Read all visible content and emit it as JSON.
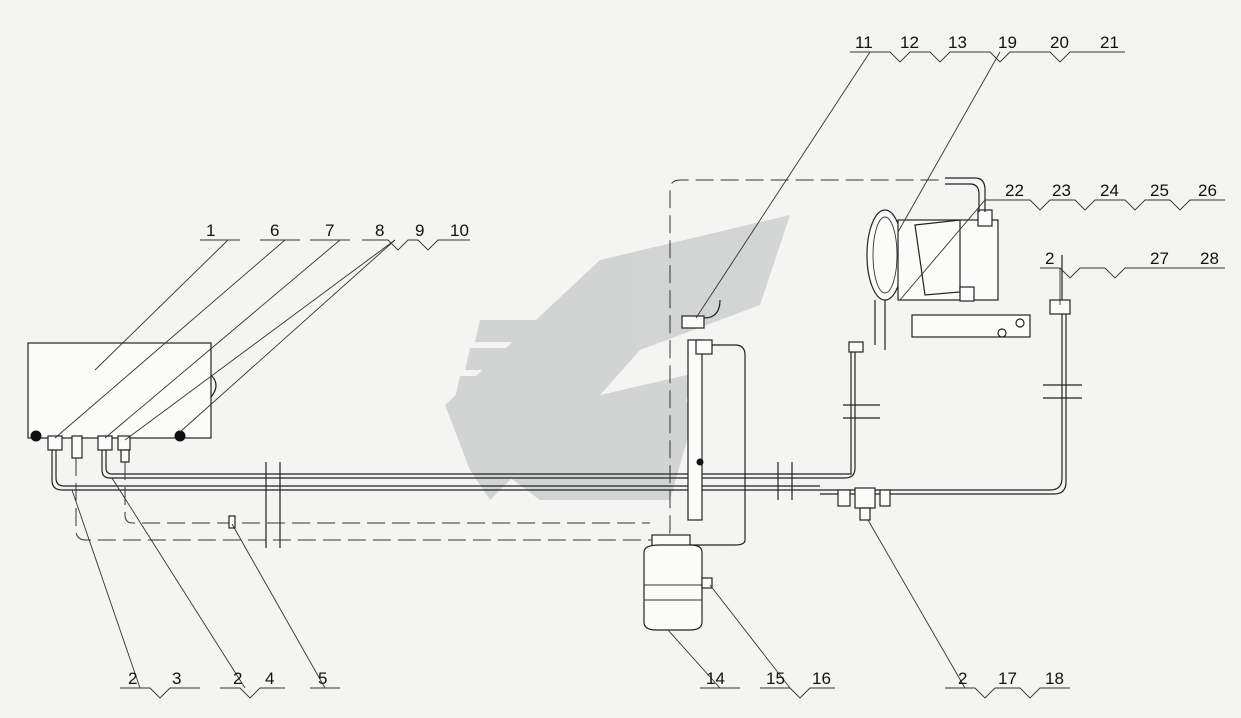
{
  "diagram": {
    "part_numbers": [
      "1",
      "6",
      "7",
      "8",
      "9",
      "10",
      "11",
      "12",
      "13",
      "19",
      "20",
      "21",
      "22",
      "23",
      "24",
      "25",
      "26",
      "2",
      "27",
      "28",
      "2",
      "3",
      "2",
      "4",
      "5",
      "14",
      "15",
      "16",
      "2",
      "17",
      "18"
    ]
  },
  "colors": {
    "line": "#222222",
    "background": "#f4f4f2",
    "watermark": "#c8ccca"
  },
  "icons": {
    "watermark": "company-logo-watermark"
  }
}
